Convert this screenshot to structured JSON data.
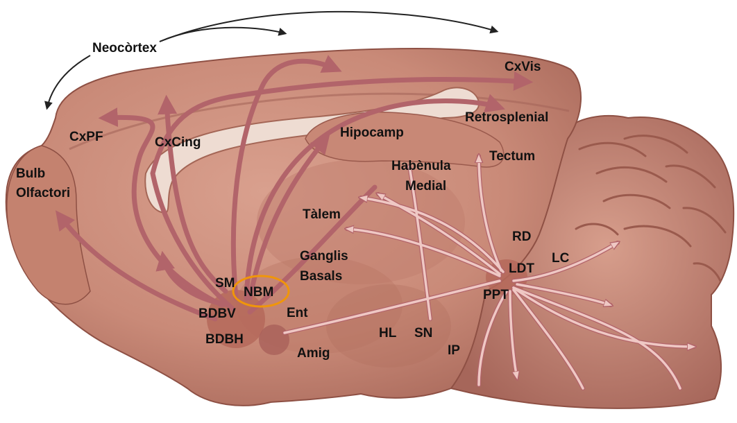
{
  "diagram": {
    "labels": {
      "neocortex": "Neocòrtex",
      "cxvis": "CxVis",
      "retrosplenial": "Retrosplenial",
      "cxpf": "CxPF",
      "cxcing": "CxCing",
      "hipocamp": "Hipocamp",
      "tectum": "Tectum",
      "habenula_1": "Habènula",
      "habenula_2": "Medial",
      "bulb_1": "Bulb",
      "bulb_2": "Olfactori",
      "talem": "Tàlem",
      "ganglis_1": "Ganglis",
      "ganglis_2": "Basals",
      "rd": "RD",
      "lc": "LC",
      "ldt": "LDT",
      "ppt": "PPT",
      "sm": "SM",
      "nbm": "NBM",
      "bdbv": "BDBV",
      "ent": "Ent",
      "bdbh": "BDBH",
      "amig": "Amig",
      "hl": "HL",
      "sn": "SN",
      "ip": "IP"
    },
    "colors": {
      "brain_fill": "#C98A78",
      "brain_dark": "#9E5A4C",
      "brain_light": "#E3B0A0",
      "pathway": "#B2646A",
      "pathway_light": "#E8B8B6",
      "highlight_ring": "#F0960A",
      "label_text": "#111111"
    },
    "highlighted": "nbm"
  }
}
